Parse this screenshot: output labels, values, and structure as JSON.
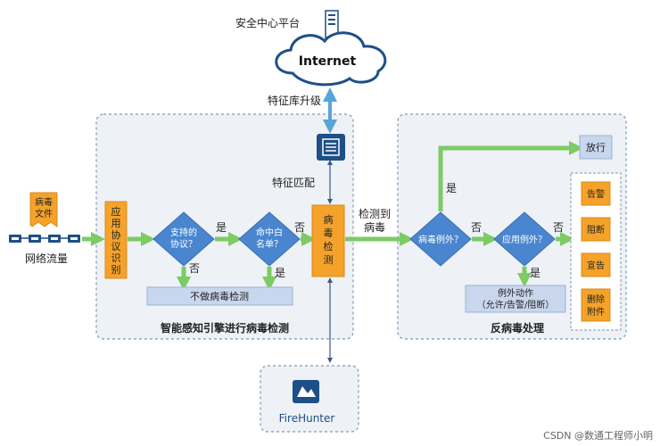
{
  "top": {
    "platform_label": "安全中心平台",
    "internet_label": "Internet",
    "signature_update": "特征库升级"
  },
  "traffic": {
    "virus_file_line1": "病毒",
    "virus_file_line2": "文件",
    "network_traffic": "网络流量"
  },
  "engine": {
    "protocol_lines": [
      "应",
      "用",
      "协",
      "议",
      "识",
      "别"
    ],
    "supported_line1": "支持的",
    "supported_line2": "协议？",
    "yes1": "是",
    "no1": "否",
    "whitelist_line1": "命中白",
    "whitelist_line2": "名单？",
    "no2": "否",
    "yes2": "是",
    "no_detect": "不做病毒检测",
    "signature_match": "特征匹配",
    "detect_lines": [
      "病",
      "毒",
      "检",
      "测"
    ],
    "caption": "智能感知引擎进行病毒检测"
  },
  "transfer": {
    "detected_line1": "检测到",
    "detected_line2": "病毒"
  },
  "handling": {
    "virus_exception": "病毒例外？",
    "yes_top": "是",
    "no3": "否",
    "app_exception": "应用例外？",
    "no4": "否",
    "yes4": "是",
    "allow": "放行",
    "exception_action_line1": "例外动作",
    "exception_action_line2": "（允许/告警/阻断）",
    "actions": [
      "告警",
      "阻断",
      "宣告"
    ],
    "delete_line1": "删除",
    "delete_line2": "附件",
    "caption": "反病毒处理"
  },
  "firehunter": {
    "label": "FireHunter"
  },
  "watermark": "CSDN @数通工程师小明",
  "colors": {
    "panel_border": "#7f99b5",
    "panel_fill": "#eef1f5",
    "orange": "#f5a22a",
    "diamond": "#4a86cf",
    "arrow_green": "#7ccb64",
    "arrow_blue": "#57a6d9",
    "light_blue": "#c9d7ee",
    "icon_navy": "#1e4f86"
  }
}
